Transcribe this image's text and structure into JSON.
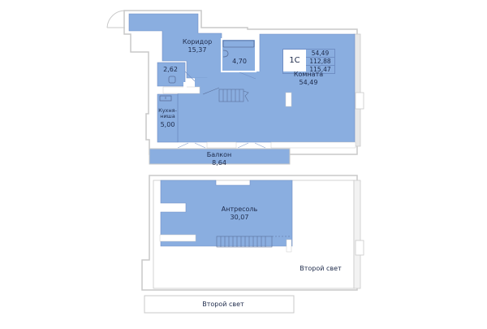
{
  "plan": {
    "colors": {
      "room_fill": "#8aaee0",
      "room_edge": "#6f8ec4",
      "wall": "#c9c9c9",
      "background": "#ffffff",
      "text": "#1d2a4a"
    },
    "badge": {
      "type": "1С",
      "living_area": "54,49",
      "total_area": "112,88",
      "total_area_with_balcony": "115,47"
    },
    "lower_floor": {
      "rooms": [
        {
          "name": "Коридор",
          "area": "15,37"
        },
        {
          "name": "",
          "area": "4,70"
        },
        {
          "name": "",
          "area": "2,62"
        },
        {
          "name": "Кухня-\nниша",
          "name_line1": "Кухня-",
          "name_line2": "ниша",
          "area": "5,00"
        },
        {
          "name": "Комната",
          "area": "54,49"
        },
        {
          "name": "Балкон",
          "area": "8,64"
        }
      ]
    },
    "upper_floor": {
      "rooms": [
        {
          "name": "Антресоль",
          "area": "30,07"
        },
        {
          "name": "Второй свет",
          "area": ""
        },
        {
          "name": "Второй свет",
          "area": ""
        }
      ]
    }
  }
}
